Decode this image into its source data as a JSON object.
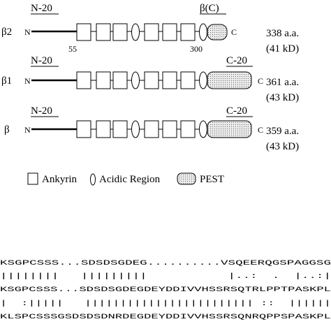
{
  "constructs": [
    {
      "name": "β2",
      "n_tag": "N-20",
      "c_tag": "β(C)",
      "aa": "338 a.a.",
      "kd": "(41 kD)",
      "pos_start": "55",
      "pos_end": "300"
    },
    {
      "name": "β1",
      "n_tag": "N-20",
      "c_tag": "C-20",
      "aa": "361 a.a.",
      "kd": "(43 kD)"
    },
    {
      "name": "β",
      "n_tag": "N-20",
      "c_tag": "C-20",
      "aa": "359 a.a.",
      "kd": "(43 kD)"
    }
  ],
  "terminus": {
    "n": "N",
    "c": "C"
  },
  "legend": {
    "ankyrin": "Ankyrin",
    "acidic": "Acidic Region",
    "pest": "PEST"
  },
  "alignment": [
    "KSGPCSSS...SDSDSGDEG..........VSQEERQGSPAGGSG",
    "||||||||   |||||||||           |..:  .  |..:|",
    "KSGPCSSS...SDSDSGDEGDEYDDIVVHSSRSQTRLPPTPASKPL",
    "|  :|||||   |||||||||||||||||||||||| ::  ||||||",
    "KLSPCSSSGSDSDSDNRDEGDEYDDIVVHSSRSQNRQPPSPASKPL"
  ],
  "colors": {
    "line": "#000000",
    "pest_fill": "#d8d8d8",
    "pest_dot": "#7a7a7a"
  }
}
